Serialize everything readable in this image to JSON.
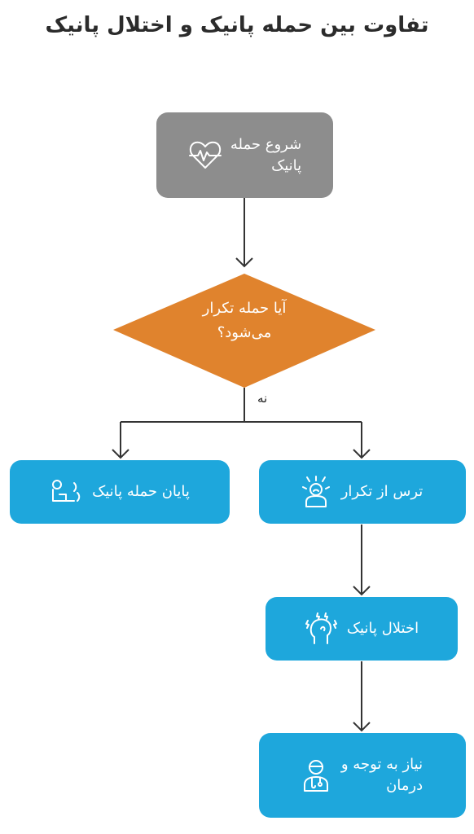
{
  "title": "تفاوت بین حمله پانیک و اختلال پانیک",
  "colors": {
    "start": "#8d8d8d",
    "decision": "#e0832d",
    "process": "#1ea7dc",
    "line": "#333333"
  },
  "nodes": {
    "start": {
      "line1": "شروع حمله",
      "line2": "پانیک",
      "icon": "heartbeat-icon"
    },
    "decision": {
      "line1": "آیا حمله تکرار",
      "line2": "می‌شود؟"
    },
    "end": {
      "label": "پایان حمله پانیک",
      "icon": "relaxed-person-icon"
    },
    "fear": {
      "label": "ترس از تکرار",
      "icon": "anxious-person-icon"
    },
    "disorder": {
      "label": "اختلال پانیک",
      "icon": "stressed-head-icon"
    },
    "treatment": {
      "line1": "نیاز به توجه و",
      "line2": "درمان",
      "icon": "doctor-icon"
    }
  },
  "edges": {
    "no_label": "نه"
  }
}
